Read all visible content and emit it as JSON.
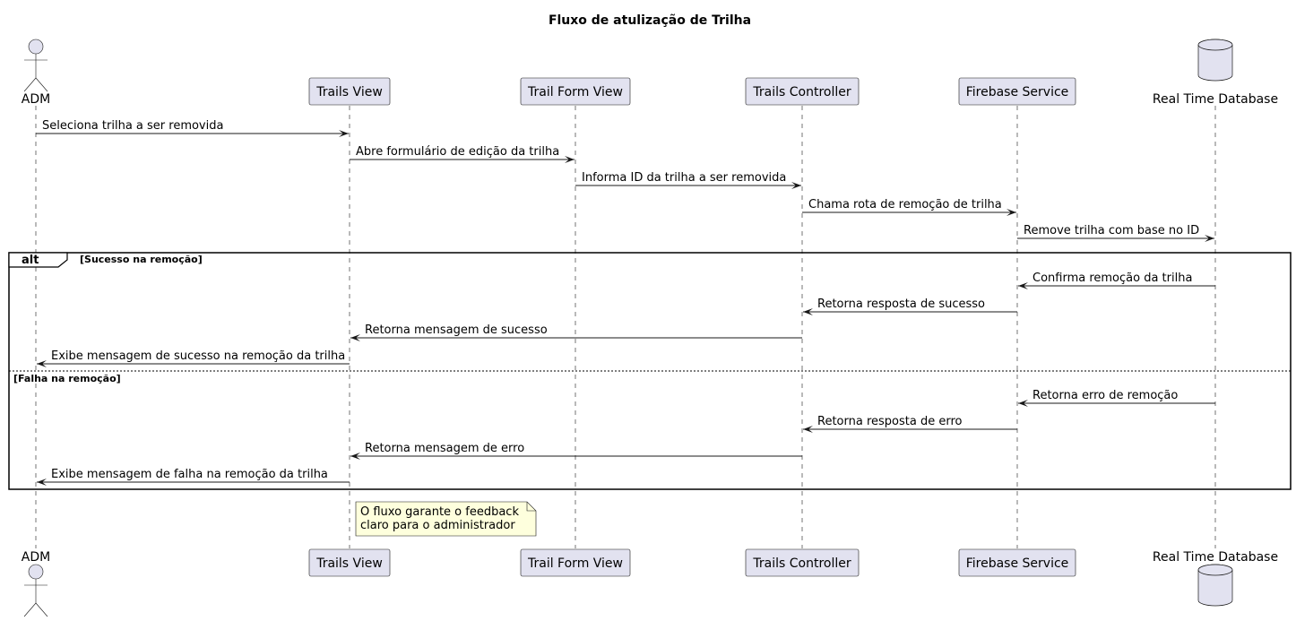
{
  "diagram": {
    "title": "Fluxo de atulização de Trilha",
    "participants": [
      {
        "id": "adm",
        "label": "ADM",
        "kind": "actor"
      },
      {
        "id": "trails_view",
        "label": "Trails View",
        "kind": "participant"
      },
      {
        "id": "trail_form_view",
        "label": "Trail Form View",
        "kind": "participant"
      },
      {
        "id": "trails_controller",
        "label": "Trails Controller",
        "kind": "participant"
      },
      {
        "id": "firebase_service",
        "label": "Firebase Service",
        "kind": "participant"
      },
      {
        "id": "rtdb",
        "label": "Real Time Database",
        "kind": "database"
      }
    ],
    "messages": [
      {
        "from": "adm",
        "to": "trails_view",
        "text": "Seleciona trilha a ser removida"
      },
      {
        "from": "trails_view",
        "to": "trail_form_view",
        "text": "Abre formulário de edição da trilha"
      },
      {
        "from": "trail_form_view",
        "to": "trails_controller",
        "text": "Informa ID da trilha a ser removida"
      },
      {
        "from": "trails_controller",
        "to": "firebase_service",
        "text": "Chama rota de remoção de trilha"
      },
      {
        "from": "firebase_service",
        "to": "rtdb",
        "text": "Remove trilha com base no ID"
      }
    ],
    "alt": {
      "keyword": "alt",
      "branches": [
        {
          "guard": "[Sucesso na remoção]",
          "messages": [
            {
              "from": "rtdb",
              "to": "firebase_service",
              "text": "Confirma remoção da trilha"
            },
            {
              "from": "firebase_service",
              "to": "trails_controller",
              "text": "Retorna resposta de sucesso"
            },
            {
              "from": "trails_controller",
              "to": "trails_view",
              "text": "Retorna mensagem de sucesso"
            },
            {
              "from": "trails_view",
              "to": "adm",
              "text": "Exibe mensagem de sucesso na remoção da trilha"
            }
          ]
        },
        {
          "guard": "[Falha na remoção]",
          "messages": [
            {
              "from": "rtdb",
              "to": "firebase_service",
              "text": "Retorna erro de remoção"
            },
            {
              "from": "firebase_service",
              "to": "trails_controller",
              "text": "Retorna resposta de erro"
            },
            {
              "from": "trails_controller",
              "to": "trails_view",
              "text": "Retorna mensagem de erro"
            },
            {
              "from": "trails_view",
              "to": "adm",
              "text": "Exibe mensagem de falha na remoção da trilha"
            }
          ]
        }
      ]
    },
    "note": {
      "over": "trails_view",
      "lines": [
        "O fluxo garante o feedback",
        "claro para o administrador"
      ]
    },
    "colors": {
      "participant_fill": "#E2E2F0",
      "line": "#181818",
      "note_fill": "#FEFFDD"
    }
  }
}
